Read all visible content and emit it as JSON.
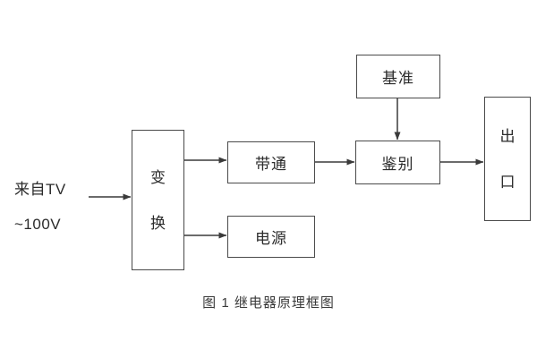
{
  "figure": {
    "caption": "图 1 继电器原理框图",
    "line_color": "#4a4a4a",
    "text_color": "#2b2b2b",
    "background": "#ffffff"
  },
  "source": {
    "line_1": "来自TV",
    "line_2": "~100V"
  },
  "nodes": {
    "transform": {
      "char_1": "变",
      "char_2": "换"
    },
    "bandpass": {
      "label": "带通"
    },
    "power": {
      "label": "电源"
    },
    "reference": {
      "label": "基准"
    },
    "discriminate": {
      "label": "鉴别"
    },
    "output": {
      "char_1": "出",
      "char_2": "口"
    }
  },
  "connections": [
    {
      "name": "source-to-transform",
      "from": "来自TV ~100V",
      "to": "变换"
    },
    {
      "name": "transform-to-bandpass",
      "from": "变换",
      "to": "带通"
    },
    {
      "name": "transform-to-power",
      "from": "变换",
      "to": "电源"
    },
    {
      "name": "bandpass-to-discriminate",
      "from": "带通",
      "to": "鉴别"
    },
    {
      "name": "reference-to-discriminate",
      "from": "基准",
      "to": "鉴别"
    },
    {
      "name": "discriminate-to-output",
      "from": "鉴别",
      "to": "出口"
    }
  ]
}
